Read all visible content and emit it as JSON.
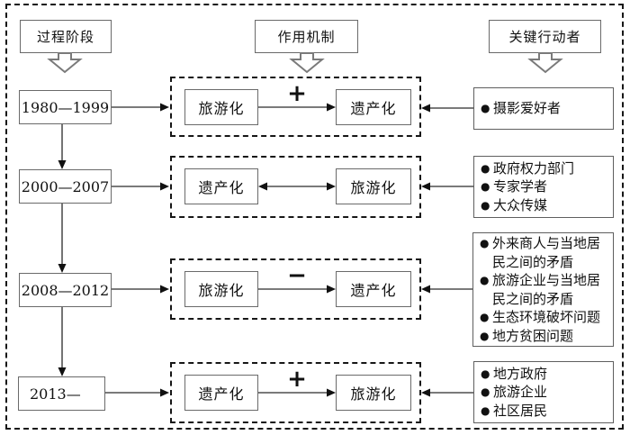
{
  "figure": {
    "headers": {
      "process_stage": "过程阶段",
      "mechanism": "作用机制",
      "key_actors": "关键行动者"
    },
    "rows": [
      {
        "period": "1980—1999",
        "mechanism": {
          "left": "旅游化",
          "right": "遗产化",
          "sign": "+",
          "arrow": "right"
        },
        "actors": [
          "摄影爱好者"
        ]
      },
      {
        "period": "2000—2007",
        "mechanism": {
          "left": "遗产化",
          "right": "旅游化",
          "sign": "",
          "arrow": "both"
        },
        "actors": [
          "政府权力部门",
          "专家学者",
          "大众传媒"
        ]
      },
      {
        "period": "2008—2012",
        "mechanism": {
          "left": "旅游化",
          "right": "遗产化",
          "sign": "−",
          "arrow": "right"
        },
        "actors": [
          "外来商人与当地居民之间的矛盾",
          "旅游企业与当地居民之间的矛盾",
          "生态环境破坏问题",
          "地方贫困问题"
        ]
      },
      {
        "period": "2013—",
        "mechanism": {
          "left": "遗产化",
          "right": "旅游化",
          "sign": "+",
          "arrow": "right"
        },
        "actors": [
          "地方政府",
          "旅游企业",
          "社区居民"
        ]
      }
    ],
    "bullet_glyph": "●",
    "colors": {
      "line": "#2a2a2a",
      "dashed_border": "#161616",
      "solid_border": "#6a6a6a",
      "background": "#ffffff",
      "text": "#111111"
    }
  }
}
